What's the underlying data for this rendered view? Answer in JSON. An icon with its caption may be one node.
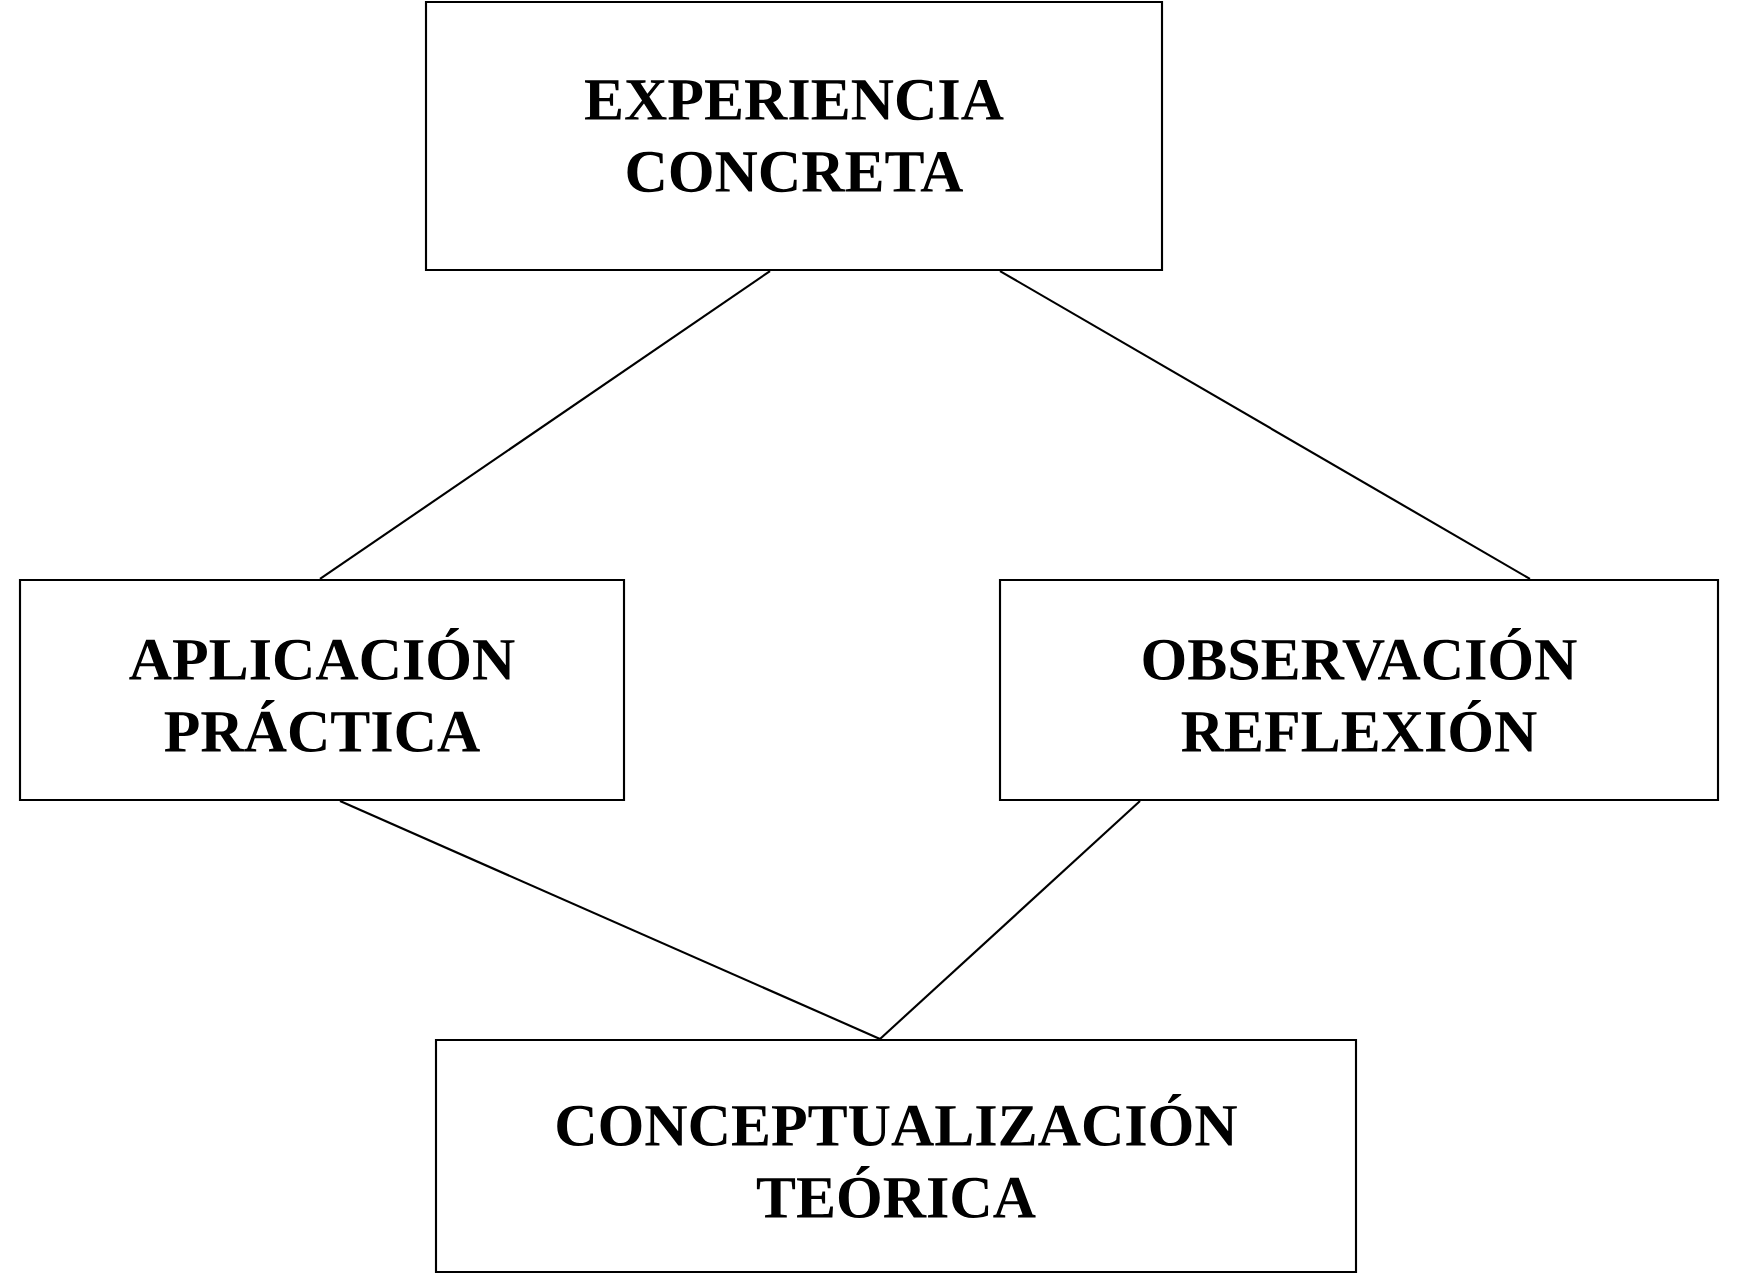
{
  "diagram": {
    "nodes": [
      {
        "text": [
          "EXPERIENCIA CONCRETA"
        ]
      },
      {
        "text": [
          "APLICACIÓN PRÁCTICA"
        ]
      },
      {
        "text": [
          "OBSERVACIÓN REFLEXIÓN"
        ]
      },
      {
        "text": [
          "CONCEPTUALIZACIÓN TEÓRICA"
        ]
      }
    ],
    "edges": [
      {
        "from": 0,
        "to": 1,
        "arrow": "none"
      },
      {
        "from": 0,
        "to": 2,
        "arrow": "none"
      },
      {
        "from": 1,
        "to": 3,
        "arrow": "none"
      },
      {
        "from": 2,
        "to": 3,
        "arrow": "none"
      }
    ]
  }
}
